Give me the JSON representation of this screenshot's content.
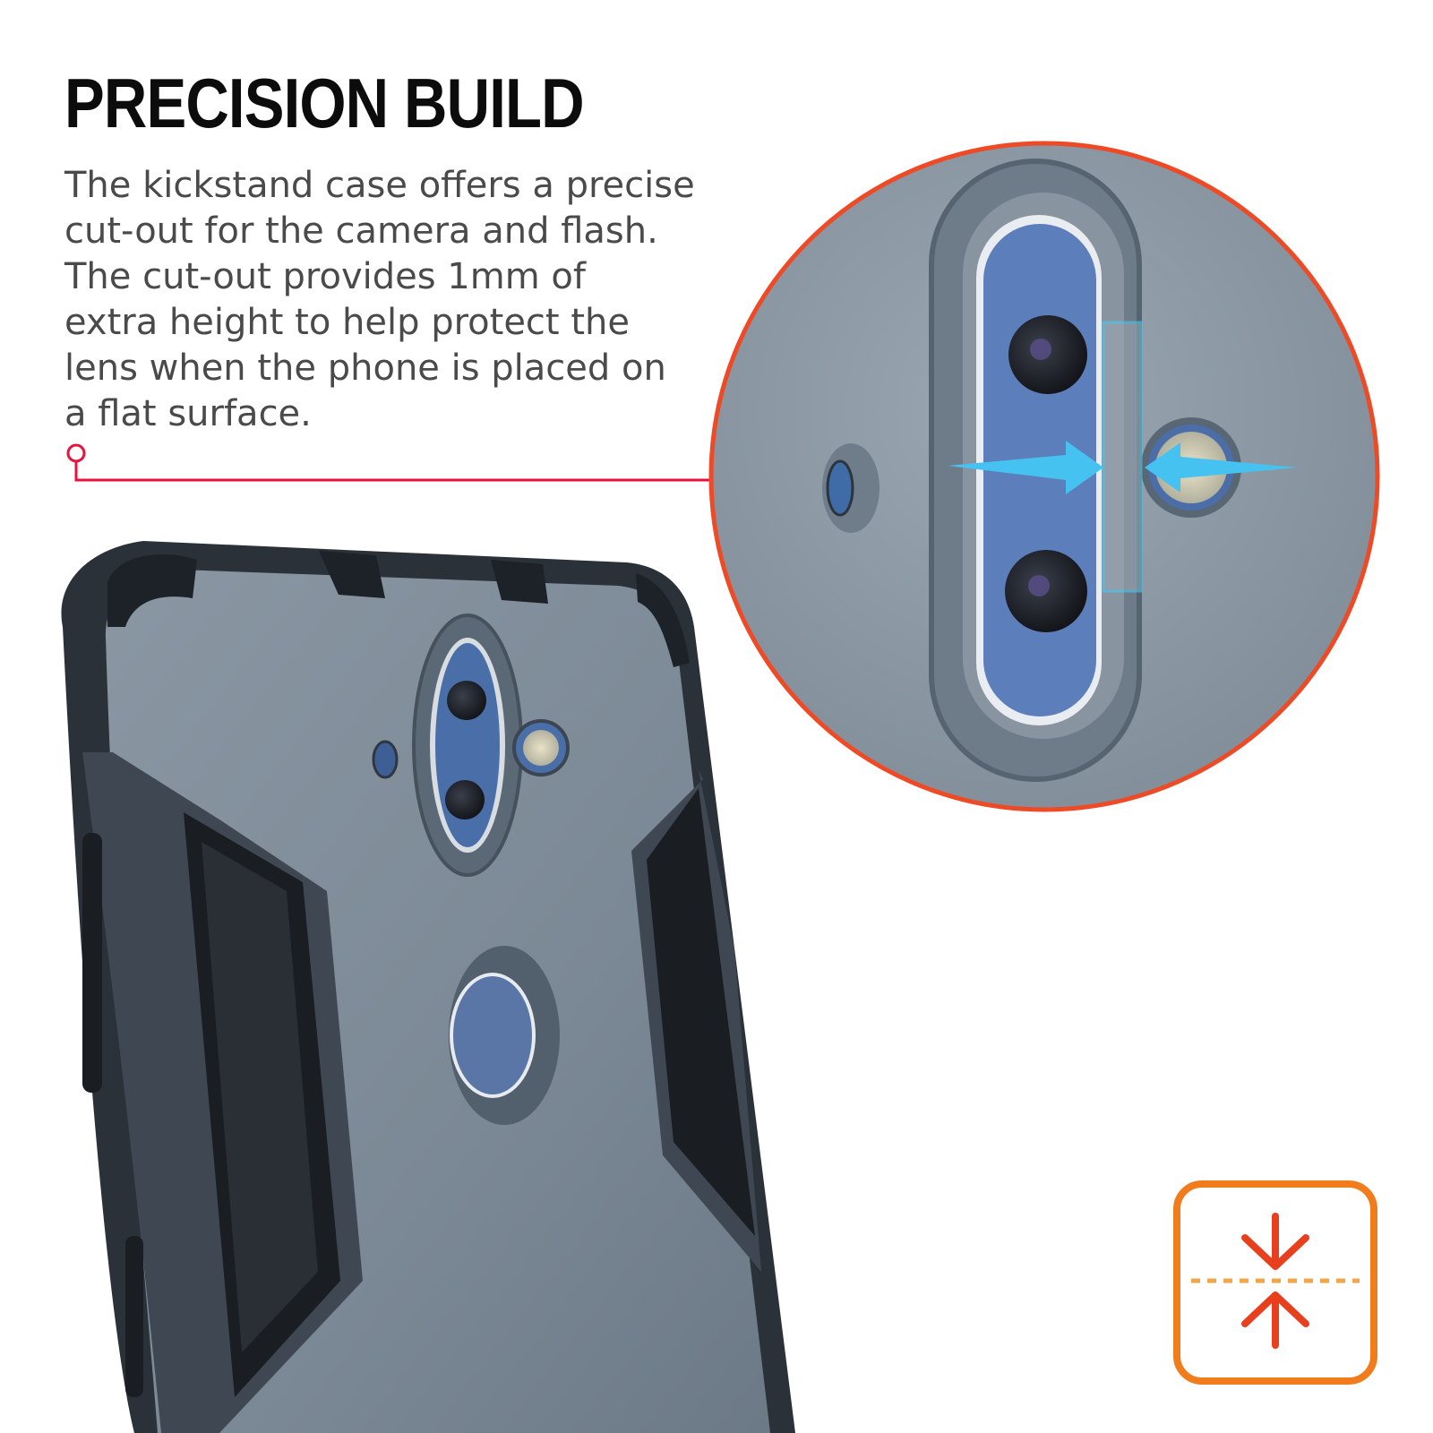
{
  "headline": "PRECISION BUILD",
  "description_lines": [
    "The kickstand case offers a precise",
    "cut-out for the camera and flash.",
    "The cut-out provides 1mm of",
    "extra height to help protect the",
    "lens when the phone is placed on",
    "a flat surface."
  ],
  "colors": {
    "callout_line": "#e8123c",
    "zoom_circle_border": "#ee4a26",
    "badge_border": "#f07c1c",
    "badge_arrows": "#e8401e",
    "badge_divider": "#f2a64a",
    "measure_arrows": "#46c2f0",
    "case_body": "#7d8a96",
    "case_dark": "#2a3038",
    "camera_ring": "#4a6ea8"
  },
  "icons": {
    "badge": "compress-vertical-icon",
    "callout": "callout-pin-icon",
    "measure": "inward-arrows-icon"
  }
}
